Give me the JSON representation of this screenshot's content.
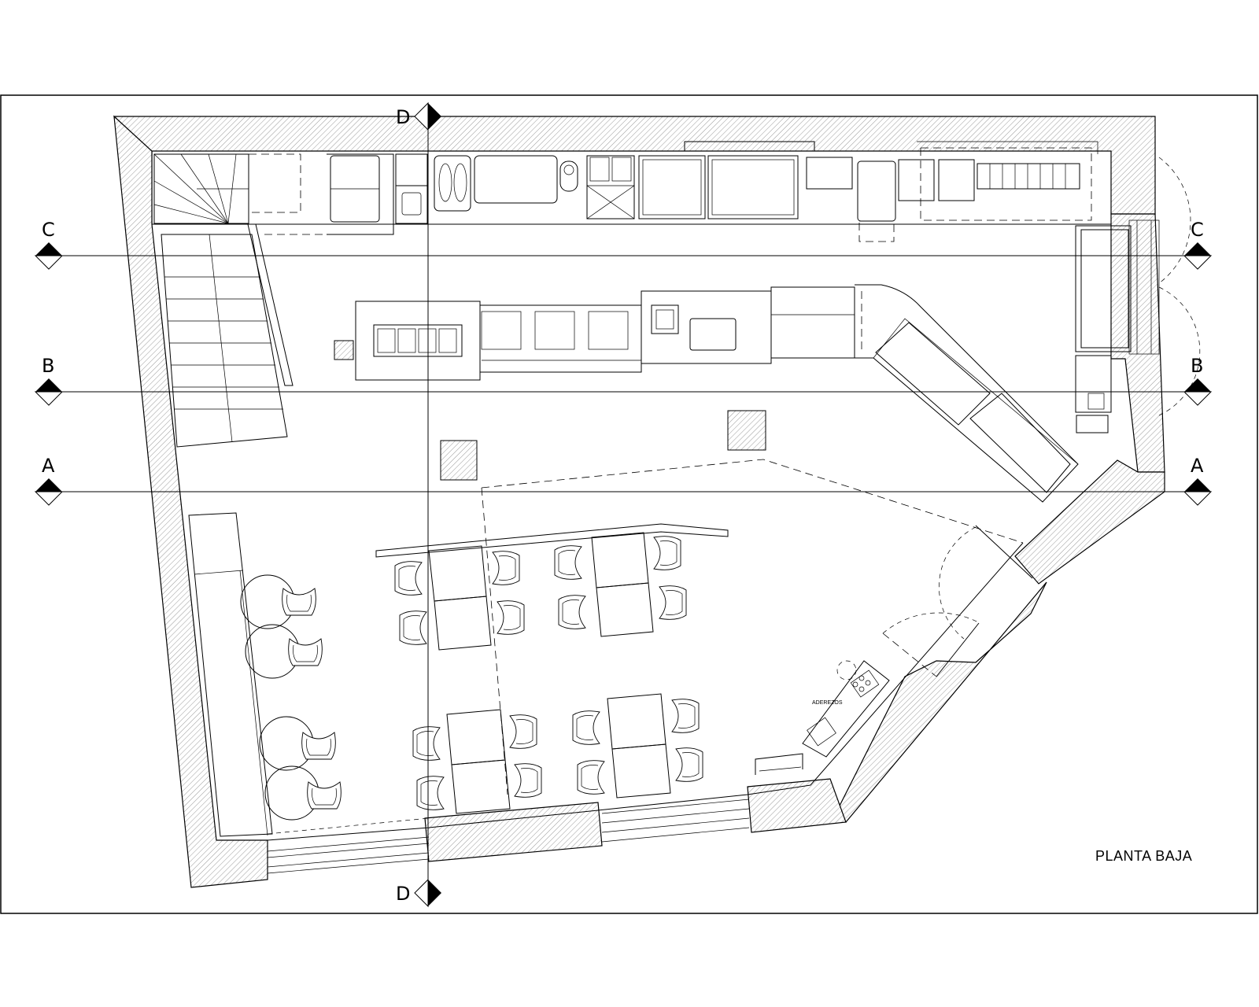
{
  "drawing": {
    "title": "PLANTA BAJA",
    "annotation": "ADEREZOS"
  },
  "section_marks": [
    {
      "id": "a-left",
      "letter": "A"
    },
    {
      "id": "a-right",
      "letter": "A"
    },
    {
      "id": "b-left",
      "letter": "B"
    },
    {
      "id": "b-right",
      "letter": "B"
    },
    {
      "id": "c-left",
      "letter": "C"
    },
    {
      "id": "c-right",
      "letter": "C"
    },
    {
      "id": "d-top",
      "letter": "D"
    },
    {
      "id": "d-bottom",
      "letter": "D"
    }
  ]
}
